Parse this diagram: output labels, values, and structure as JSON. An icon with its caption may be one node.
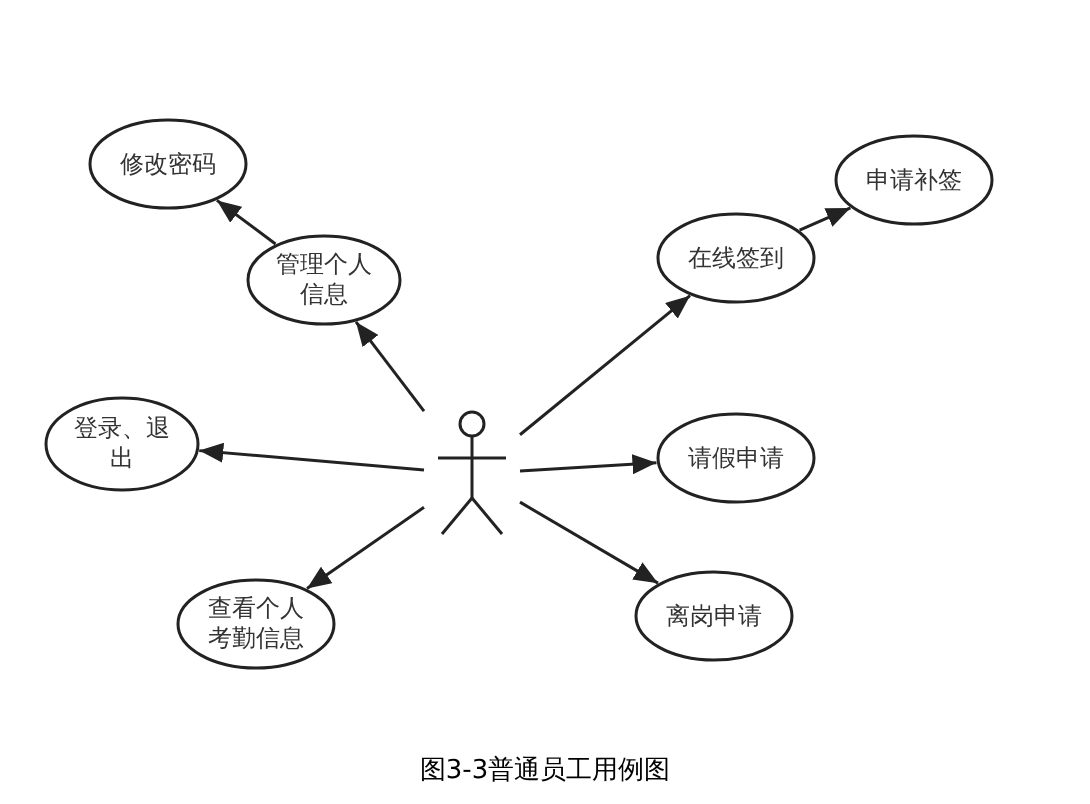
{
  "diagram": {
    "caption": "图3-3普通员工用例图",
    "nodes": [
      {
        "text": [],
        "shape": "person"
      },
      {
        "text": [
          "修改密码"
        ]
      },
      {
        "text": [
          "管理个人信息"
        ]
      },
      {
        "text": [
          "登录、退出"
        ]
      },
      {
        "text": [
          "查看个人考勤信息"
        ]
      },
      {
        "text": [
          "申请补签"
        ]
      },
      {
        "text": [
          "在线签到"
        ]
      },
      {
        "text": [
          "请假申请"
        ]
      },
      {
        "text": [
          "离岗申请"
        ]
      }
    ],
    "edges": [
      {
        "from": 0,
        "to": 2,
        "arrow": "to"
      },
      {
        "from": 2,
        "to": 1,
        "arrow": "to"
      },
      {
        "from": 0,
        "to": 3,
        "arrow": "to"
      },
      {
        "from": 0,
        "to": 4,
        "arrow": "to"
      },
      {
        "from": 0,
        "to": 6,
        "arrow": "to"
      },
      {
        "from": 6,
        "to": 5,
        "arrow": "to"
      },
      {
        "from": 0,
        "to": 7,
        "arrow": "to"
      },
      {
        "from": 0,
        "to": 8,
        "arrow": "to"
      }
    ]
  }
}
